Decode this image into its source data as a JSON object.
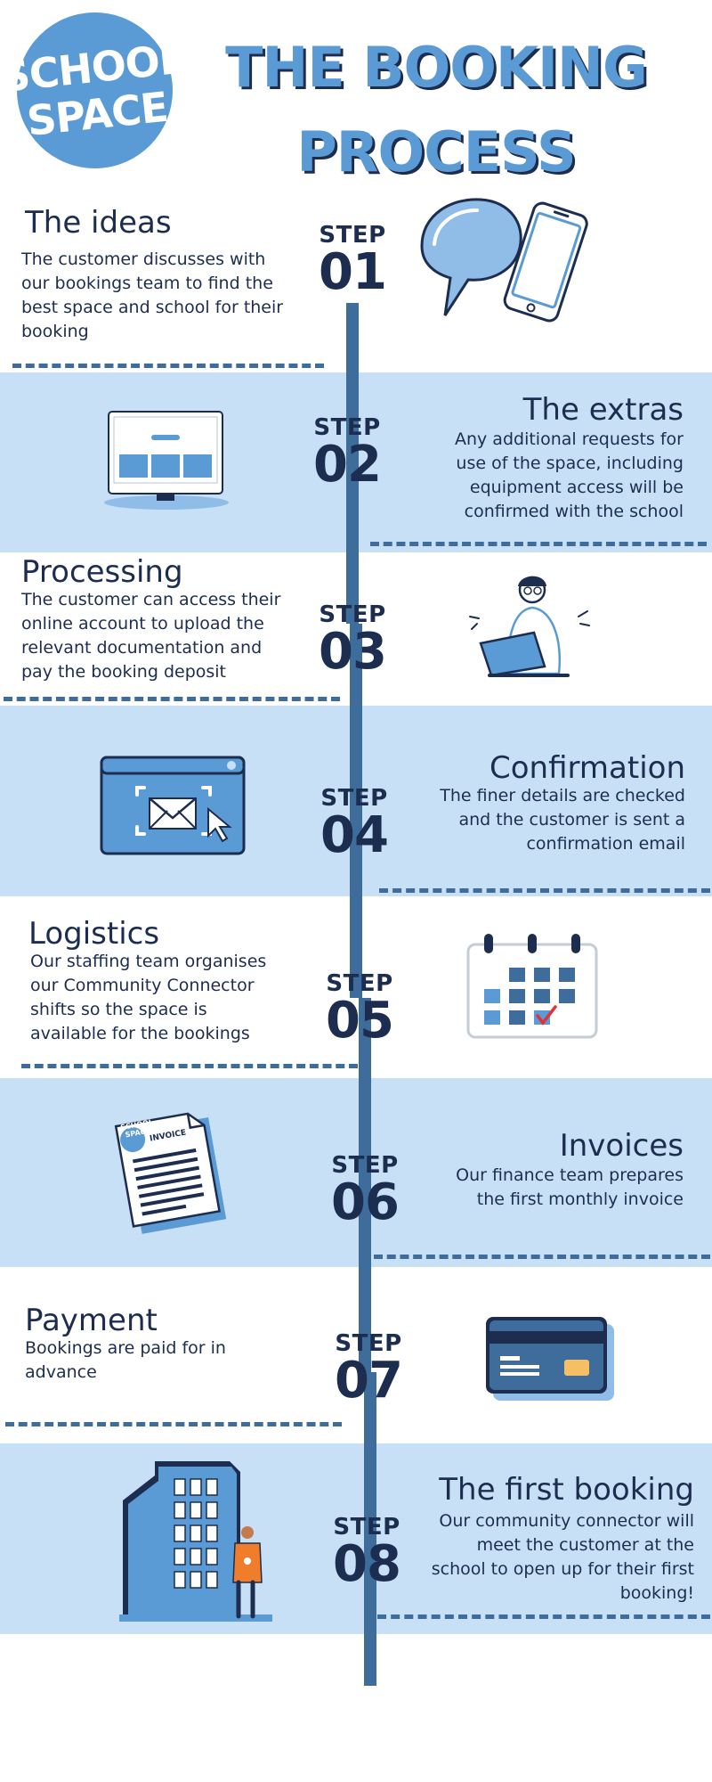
{
  "logo": {
    "line1": "SCHOOL",
    "line2": "SPACE"
  },
  "header": {
    "title_line1": "THE BOOKING",
    "title_line2": "PROCESS"
  },
  "steps": [
    {
      "label": "STEP",
      "number": "01",
      "title": "The ideas",
      "description": "The customer discusses with our bookings team to find the best space and school for their booking"
    },
    {
      "label": "STEP",
      "number": "02",
      "title": "The extras",
      "description": "Any additional requests for use of the space, including equipment access will be confirmed with the school"
    },
    {
      "label": "STEP",
      "number": "03",
      "title": "Processing",
      "description": "The customer can access their online account to upload the relevant documentation and pay the booking deposit"
    },
    {
      "label": "STEP",
      "number": "04",
      "title": "Confirmation",
      "description": "The finer details are checked and the customer is sent a confirmation email"
    },
    {
      "label": "STEP",
      "number": "05",
      "title": "Logistics",
      "description": "Our staffing team organises our Community Connector shifts so the space is available for the bookings"
    },
    {
      "label": "STEP",
      "number": "06",
      "title": "Invoices",
      "description": "Our finance team prepares the first monthly invoice"
    },
    {
      "label": "STEP",
      "number": "07",
      "title": "Payment",
      "description": "Bookings are paid for in advance"
    },
    {
      "label": "STEP",
      "number": "08",
      "title": "The first booking",
      "description": "Our community connector will meet the customer at the school to open up for their first booking!"
    }
  ],
  "illustrations": {
    "invoice_logo_line1": "SCHOOL",
    "invoice_logo_line2": "SPACE",
    "invoice_label": "INVOICE"
  },
  "colors": {
    "navy": "#1d2d4f",
    "accent_blue": "#5b9bd5",
    "band_blue": "#c8e0f6",
    "timeline": "#3e6d9c"
  }
}
